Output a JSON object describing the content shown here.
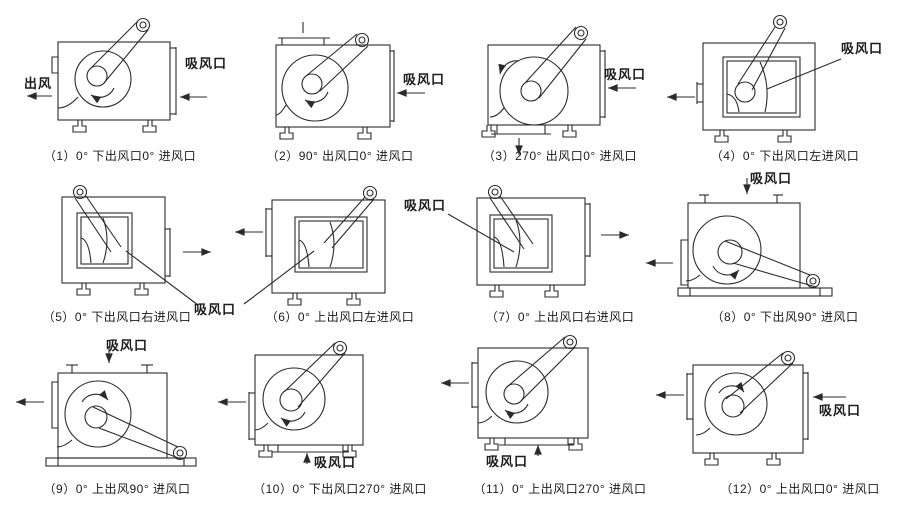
{
  "page": {
    "background": "#ffffff",
    "line_color": "#2b2b2b"
  },
  "labels": {
    "inlet": "吸风口",
    "outlet": "出风"
  },
  "diagrams": [
    {
      "no": "1",
      "caption": "（1）0° 下出风口0° 进风口"
    },
    {
      "no": "2",
      "caption": "（2）90° 出风口0° 进风口"
    },
    {
      "no": "3",
      "caption": "（3）270° 出风口0° 进风口"
    },
    {
      "no": "4",
      "caption": "（4）0° 下出风口左进风口"
    },
    {
      "no": "5",
      "caption": "（5）0° 下出风口右进风口"
    },
    {
      "no": "6",
      "caption": "（6）0° 上出风口左进风口"
    },
    {
      "no": "7",
      "caption": "（7）0° 上出风口右进风口"
    },
    {
      "no": "8",
      "caption": "（8）0° 下出风90° 进风口"
    },
    {
      "no": "9",
      "caption": "（9）0° 上出风90° 进风口"
    },
    {
      "no": "10",
      "caption": "（10）0° 下出风口270° 进风口"
    },
    {
      "no": "11",
      "caption": "（11）0° 上出风口270° 进风口"
    },
    {
      "no": "12",
      "caption": "（12）0° 上出风口0° 进风口"
    }
  ]
}
